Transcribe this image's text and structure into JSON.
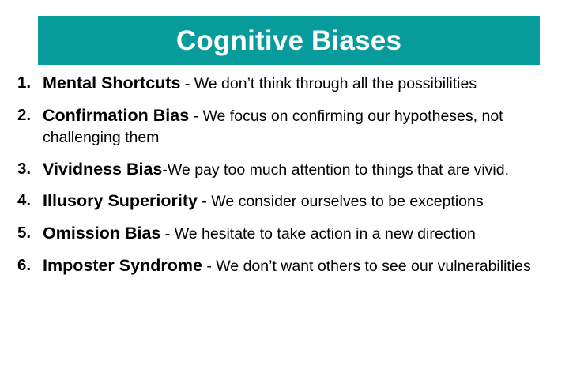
{
  "slide": {
    "title": "Cognitive Biases",
    "banner_color": "#089b9b",
    "title_color": "#ffffff",
    "background_color": "#ffffff",
    "text_color": "#000000"
  },
  "list": {
    "items": [
      {
        "number": "1.",
        "term": "Mental Shortcuts",
        "desc": " - We don’t think through all the possibilities"
      },
      {
        "number": "2.",
        "term": "Confirmation Bias",
        "desc": " - We focus on confirming our hypotheses, not challenging them"
      },
      {
        "number": "3.",
        "term": "Vividness Bias",
        "desc": "-We pay too much attention to things that are vivid."
      },
      {
        "number": "4.",
        "term": "Illusory Superiority",
        "desc": " - We consider ourselves to be exceptions"
      },
      {
        "number": "5.",
        "term": "Omission Bias",
        "desc": " - We hesitate to take action in a new direction"
      },
      {
        "number": "6.",
        "term": "Imposter Syndrome",
        "desc": " - We don’t want others to see our vulnerabilities"
      }
    ]
  }
}
